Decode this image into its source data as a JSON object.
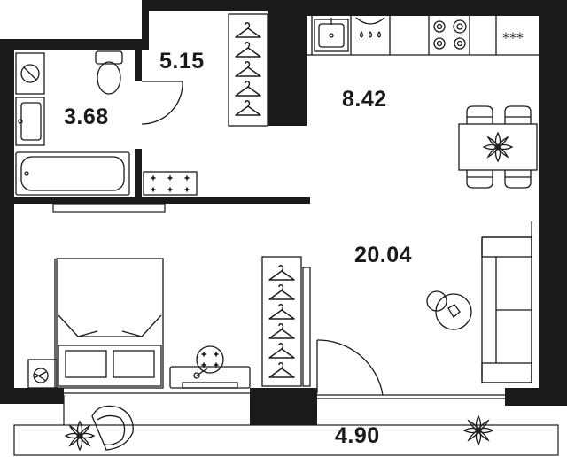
{
  "rooms": [
    {
      "id": "bathroom",
      "area": "3.68"
    },
    {
      "id": "hallway",
      "area": "5.15"
    },
    {
      "id": "kitchen",
      "area": "8.42"
    },
    {
      "id": "living-room",
      "area": "20.04"
    },
    {
      "id": "balcony",
      "area": "4.90"
    }
  ],
  "colors": {
    "wall": "#1a1a1a",
    "line": "#1a1a1a",
    "floor": "#ffffff"
  },
  "icons": {
    "wardrobe": "hanger-icon",
    "flower": "flower-icon",
    "stove": "stove-icon"
  }
}
